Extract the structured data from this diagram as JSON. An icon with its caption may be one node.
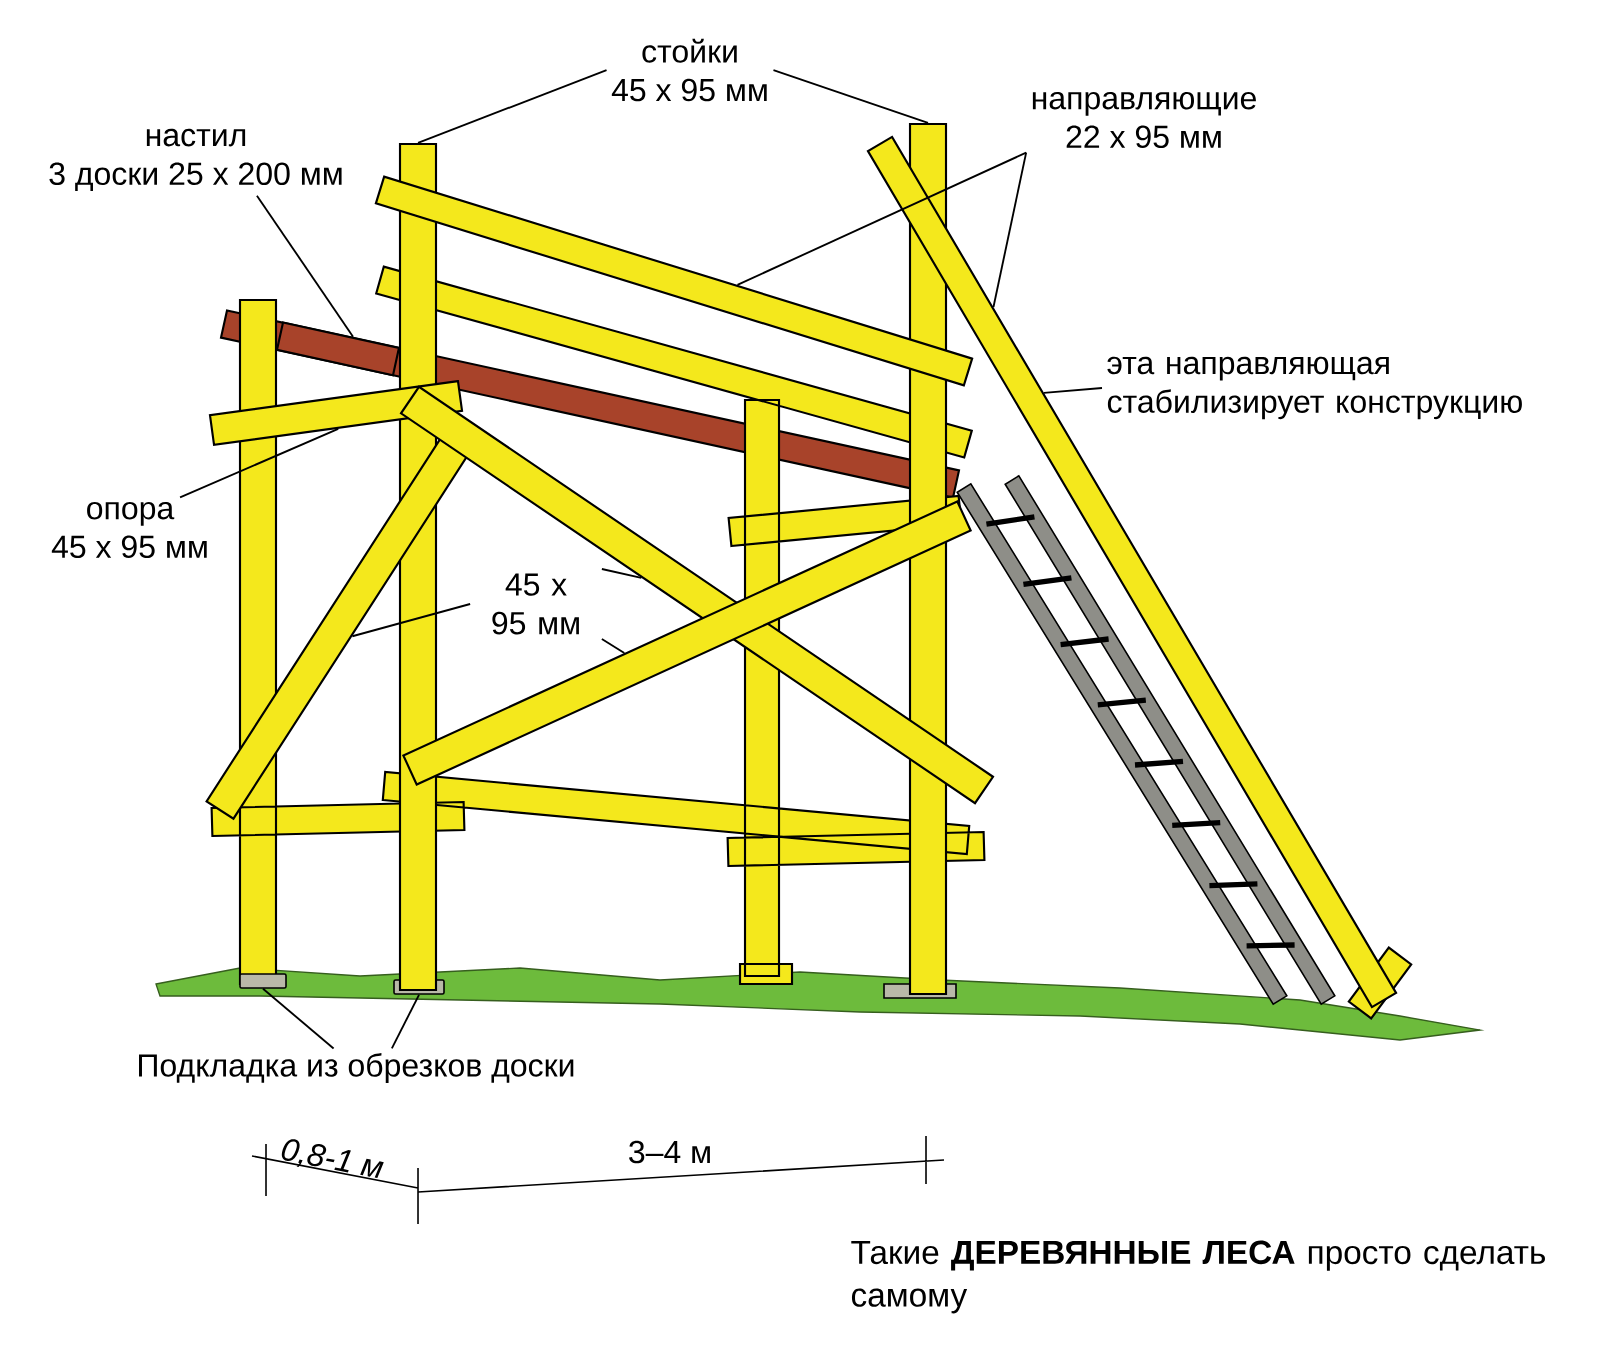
{
  "diagram": {
    "caption": "Такие **ДЕРЕВЯННЫЕ ЛЕСА** просто сделать самому",
    "nodes": [
      {
        "text": [
          "стойки",
          "45 x 95 мм"
        ]
      },
      {
        "text": [
          "настил",
          "3 доски 25 x 200 мм"
        ]
      },
      {
        "text": [
          "опора",
          "45 x 95 мм"
        ]
      },
      {
        "text": [
          "45 x 95 мм"
        ]
      },
      {
        "text": [
          "направляющие",
          "22 x 95 мм"
        ]
      },
      {
        "text": [
          "эта направляющая стабилизирует конструкцию"
        ]
      },
      {
        "text": [
          "Подкладка из обрезков доски"
        ]
      },
      {
        "text": [],
        "shape": "bar"
      },
      {
        "text": [],
        "shape": "bar"
      },
      {
        "text": [],
        "shape": "bar"
      },
      {
        "text": [],
        "shape": "bar"
      },
      {
        "text": [],
        "shape": "bar"
      },
      {
        "text": [],
        "shape": "bar"
      },
      {
        "text": [],
        "shape": "bar"
      },
      {
        "text": [],
        "shape": "bar"
      },
      {
        "text": [],
        "shape": "bar"
      },
      {
        "text": [],
        "shape": "box"
      },
      {
        "text": [],
        "shape": "box"
      }
    ],
    "edges": [
      {
        "from": 0,
        "to": 7,
        "arrow": "none"
      },
      {
        "from": 0,
        "to": 8,
        "arrow": "none"
      },
      {
        "from": 1,
        "to": 9,
        "arrow": "none"
      },
      {
        "from": 2,
        "to": 10,
        "arrow": "none"
      },
      {
        "from": 3,
        "to": 11,
        "arrow": "none"
      },
      {
        "from": 3,
        "to": 12,
        "arrow": "none"
      },
      {
        "from": 3,
        "to": 13,
        "arrow": "none"
      },
      {
        "from": 4,
        "to": 14,
        "arrow": "none"
      },
      {
        "from": 4,
        "to": 15,
        "arrow": "none"
      },
      {
        "from": 5,
        "to": 15,
        "arrow": "none"
      },
      {
        "from": 6,
        "to": 16,
        "arrow": "none"
      },
      {
        "from": 6,
        "to": 17,
        "arrow": "none"
      }
    ],
    "labels": [
      "0,8-1 м",
      "3–4 м"
    ]
  }
}
